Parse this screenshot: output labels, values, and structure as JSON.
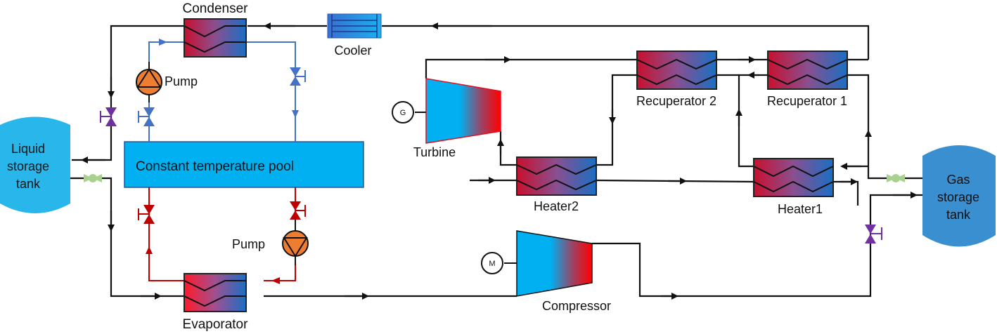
{
  "diagram": {
    "type": "process-flow",
    "components": {
      "condenser": "Condenser",
      "cooler": "Cooler",
      "pump_top": "Pump",
      "pump_bottom": "Pump",
      "pool": "Constant temperature pool",
      "liquid_tank": [
        "Liquid",
        "storage",
        "tank"
      ],
      "evaporator": "Evaporator",
      "turbine": "Turbine",
      "generator": "G",
      "motor": "M",
      "heater2": "Heater2",
      "heater1": "Heater1",
      "recuperator2": "Recuperator 2",
      "recuperator1": "Recuperator 1",
      "compressor": "Compressor",
      "gas_tank": [
        "Gas",
        "storage",
        "tank"
      ]
    },
    "colors": {
      "water_cold_loop": "#4472c4",
      "water_hot_loop": "#c00000",
      "main_loop": "#111111",
      "valve_main": "#7030a0",
      "tank_liquid": "#29b6ea",
      "tank_gas": "#3a8fd0",
      "pool": "#00b0f0",
      "pump": "#ed7d31",
      "check_valve": "#a9d18e"
    }
  }
}
